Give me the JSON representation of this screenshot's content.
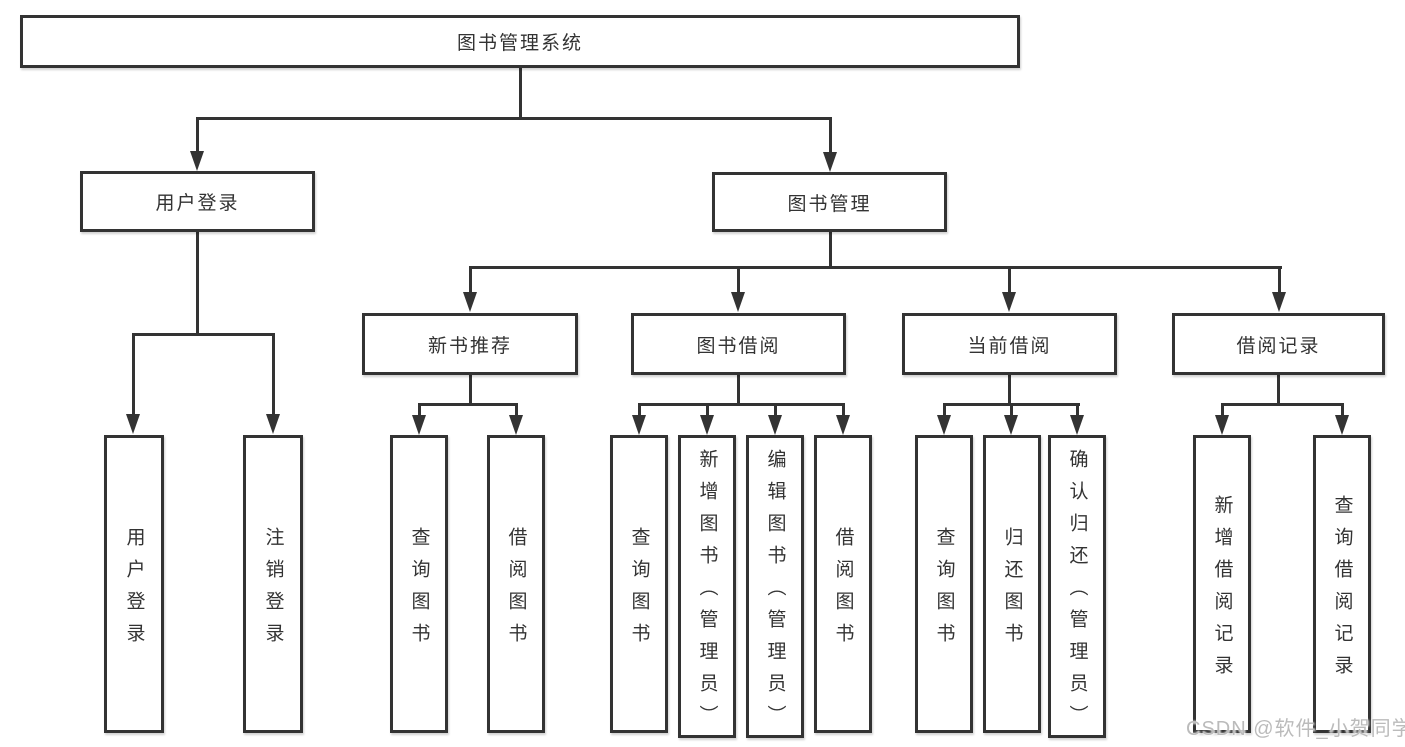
{
  "colors": {
    "line": "#333333",
    "text": "#333333",
    "background": "#ffffff",
    "watermark": "#bbbbbb"
  },
  "tree": {
    "root": "图书管理系统",
    "children": [
      {
        "label": "用户登录",
        "children": [
          "用户登录",
          "注销登录"
        ]
      },
      {
        "label": "图书管理",
        "children": [
          {
            "label": "新书推荐",
            "children": [
              "查询图书",
              "借阅图书"
            ]
          },
          {
            "label": "图书借阅",
            "children": [
              "查询图书",
              "新增图书（管理员）",
              "编辑图书（管理员）",
              "借阅图书"
            ]
          },
          {
            "label": "当前借阅",
            "children": [
              "查询图书",
              "归还图书",
              "确认归还（管理员）"
            ]
          },
          {
            "label": "借阅记录",
            "children": [
              "新增借阅记录",
              "查询借阅记录"
            ]
          }
        ]
      }
    ]
  },
  "watermark": "CSDN @软件_小贺同学"
}
